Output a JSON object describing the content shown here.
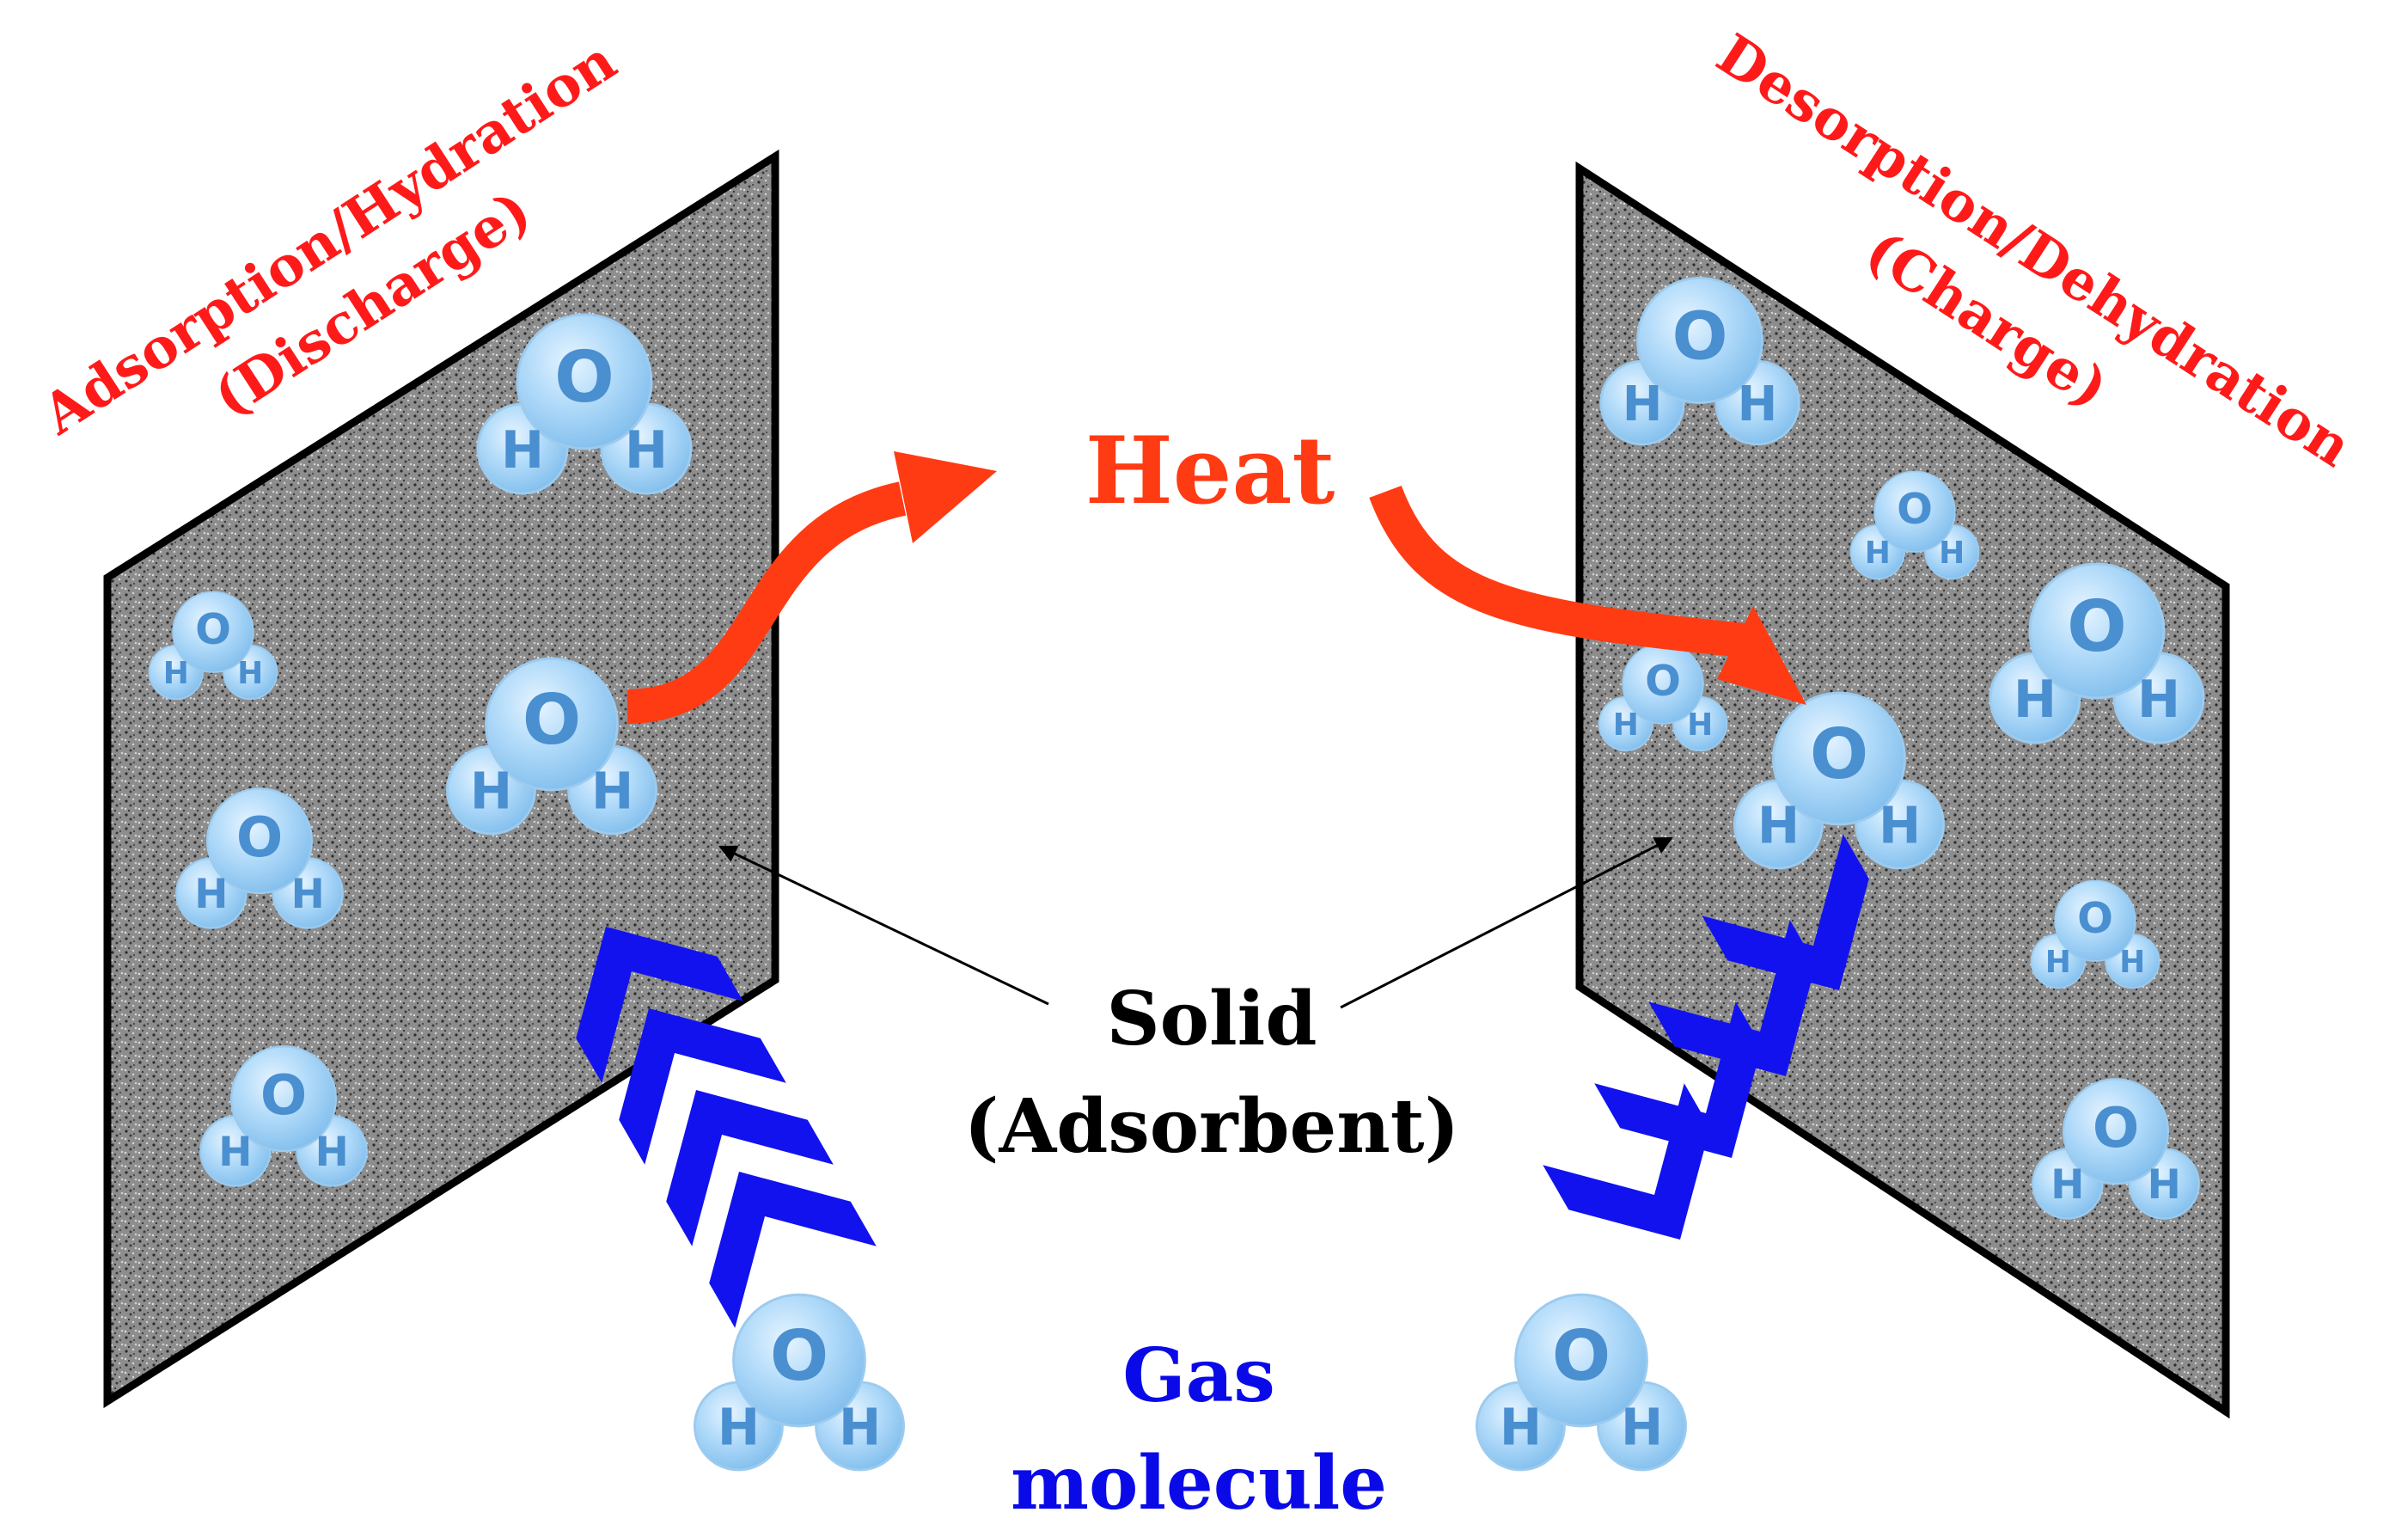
{
  "labels": {
    "adsorption_line1": "Adsorption/Hydration",
    "adsorption_line2": "(Discharge)",
    "desorption_line1": "Desorption/Dehydration",
    "desorption_line2": "(Charge)",
    "heat": "Heat",
    "solid_line1": "Solid",
    "solid_line2": "(Adsorbent)",
    "gas_line1": "Gas",
    "gas_line2": "molecule"
  },
  "molecule": {
    "oxygen": "O",
    "hydrogen": "H"
  },
  "icons": {
    "molecule": "water-molecule-icon",
    "heat_arrow": "curved-arrow-icon",
    "flow_arrow": "chevron-icon"
  },
  "colors": {
    "process_label": "#ff1a1a",
    "heat": "#ff3b14",
    "chevron": "#1212ee",
    "gas_text": "#0a0ae8",
    "solid_text": "#000000",
    "panel_fill": "#8a8a8a",
    "molecule_fill": "#a8d4f5",
    "molecule_text": "#4a8fd0"
  }
}
